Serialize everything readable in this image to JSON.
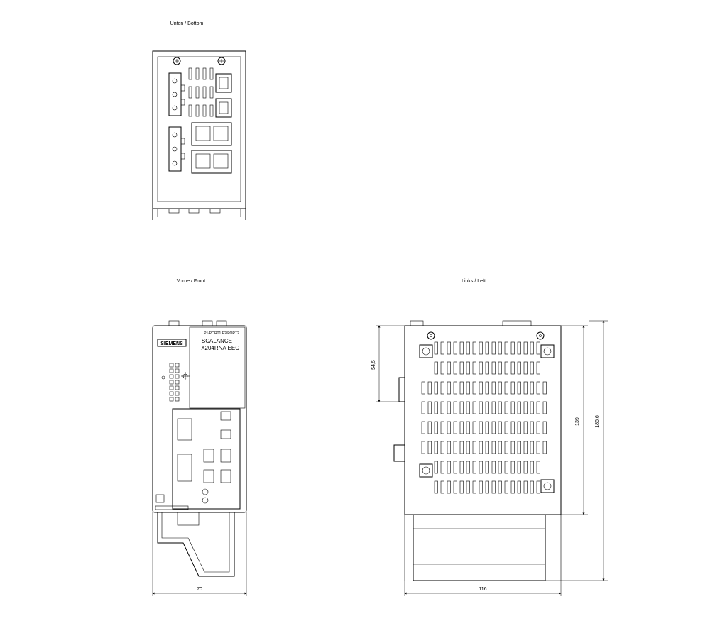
{
  "views": {
    "bottom": {
      "title": "Unten / Bottom"
    },
    "front": {
      "title": "Vorne / Front",
      "brand": "SIEMENS",
      "model_line1": "SCALANCE",
      "model_line2": "X204RNA EEC",
      "ports_header": "P1/PORT1    P2/PORT2",
      "width_dim": "70"
    },
    "left": {
      "title": "Links / Left",
      "dim_top_offset": "54,5",
      "dim_height_inner": "139",
      "dim_height_total": "186,6",
      "dim_depth": "116"
    }
  }
}
